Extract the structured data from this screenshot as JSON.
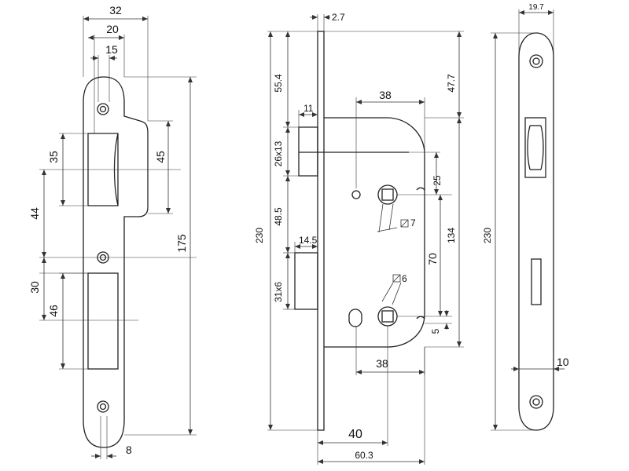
{
  "drawing": {
    "strike_plate": {
      "dims": {
        "w32": "32",
        "w20": "20",
        "w15": "15",
        "h35": "35",
        "h45": "45",
        "h44": "44",
        "h175": "175",
        "h30": "30",
        "h46": "46",
        "w8": "8"
      }
    },
    "lock_body": {
      "dims": {
        "t27": "2.7",
        "h554": "55.4",
        "h477": "47.7",
        "w11": "11",
        "w38_top": "38",
        "h26x13": "26x13",
        "h25": "25",
        "h230": "230",
        "h485": "48.5",
        "sq7": "7",
        "h134": "134",
        "w145": "14.5",
        "h70": "70",
        "h31x6": "31x6",
        "sq6": "6",
        "h5": "5",
        "w38_bot": "38",
        "w40": "40",
        "w603": "60.3"
      }
    },
    "faceplate": {
      "dims": {
        "w197": "19.7",
        "h230": "230",
        "w10": "10"
      }
    }
  }
}
